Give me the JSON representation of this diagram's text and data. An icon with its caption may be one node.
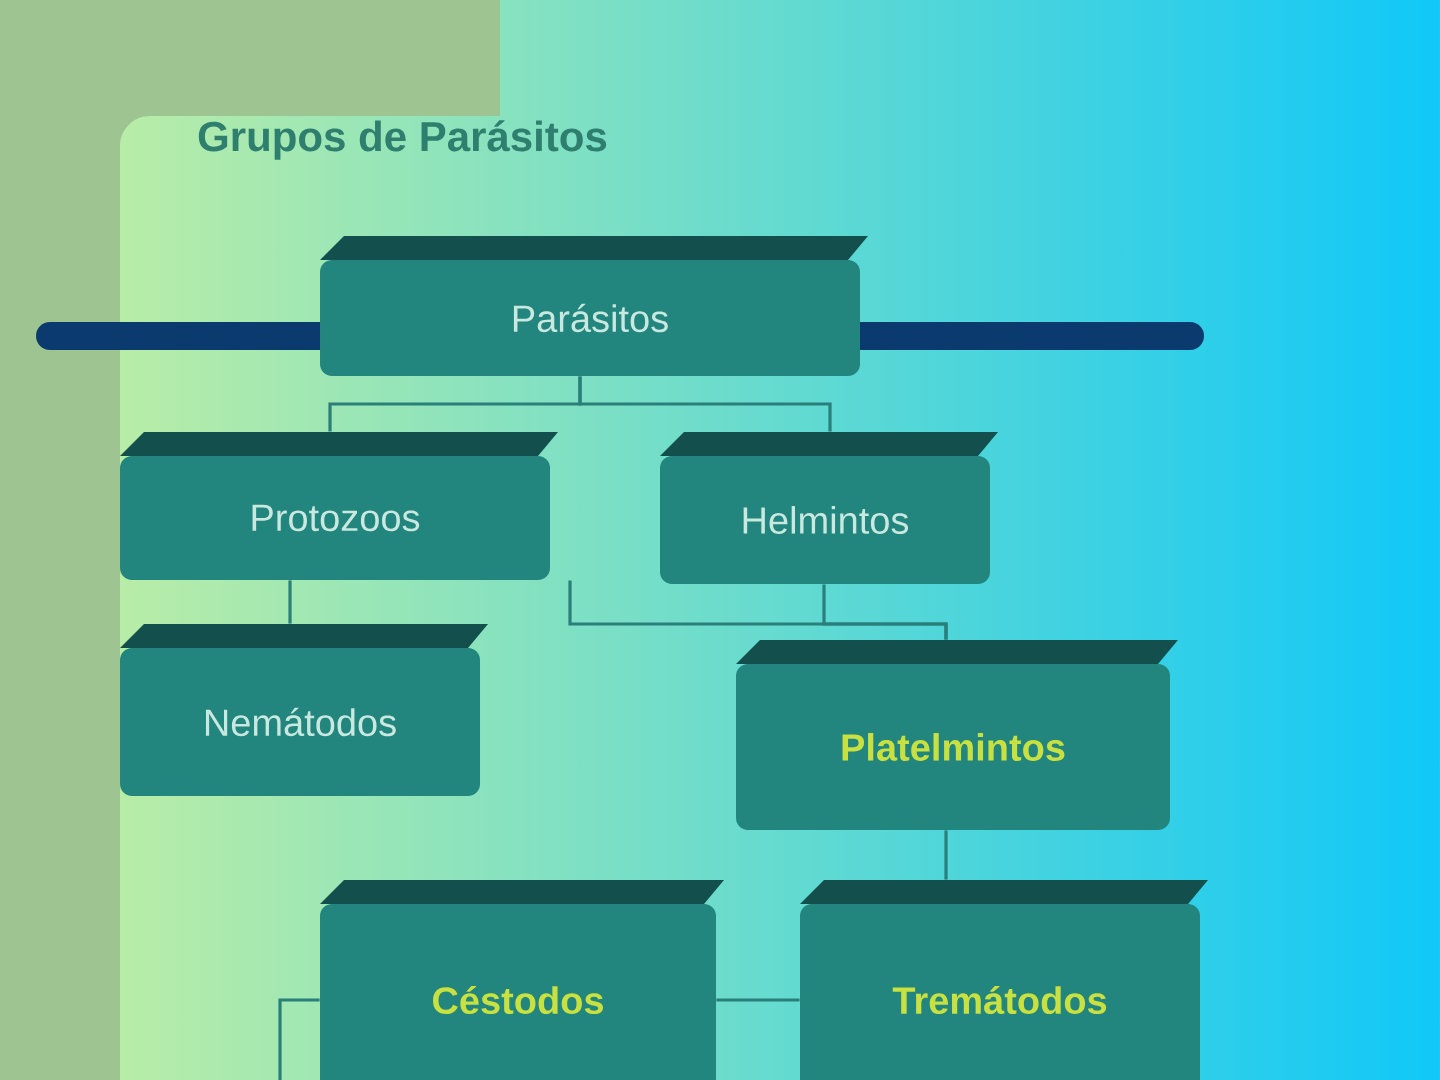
{
  "diagram": {
    "title": "Grupos de Parásitos",
    "nodes": [
      {
        "text": [
          "Parásitos"
        ]
      },
      {
        "text": [
          "Protozoos"
        ]
      },
      {
        "text": [
          "Helmintos"
        ]
      },
      {
        "text": [
          "Nemátodos"
        ]
      },
      {
        "text": [
          "Platelmintos"
        ]
      },
      {
        "text": [
          "Céstodos"
        ]
      },
      {
        "text": [
          "Tremátodos"
        ]
      }
    ],
    "edges": [
      {
        "from": 0,
        "to": 1,
        "arrow": "none"
      },
      {
        "from": 0,
        "to": 2,
        "arrow": "none"
      },
      {
        "from": 1,
        "to": 3,
        "arrow": "none"
      },
      {
        "from": 1,
        "to": 4,
        "arrow": "none"
      },
      {
        "from": 2,
        "to": 4,
        "arrow": "none"
      },
      {
        "from": 4,
        "to": 6,
        "arrow": "none"
      },
      {
        "from": 6,
        "to": 5,
        "arrow": "none"
      },
      {
        "from": 5,
        "to": null,
        "arrow": "none"
      }
    ]
  }
}
